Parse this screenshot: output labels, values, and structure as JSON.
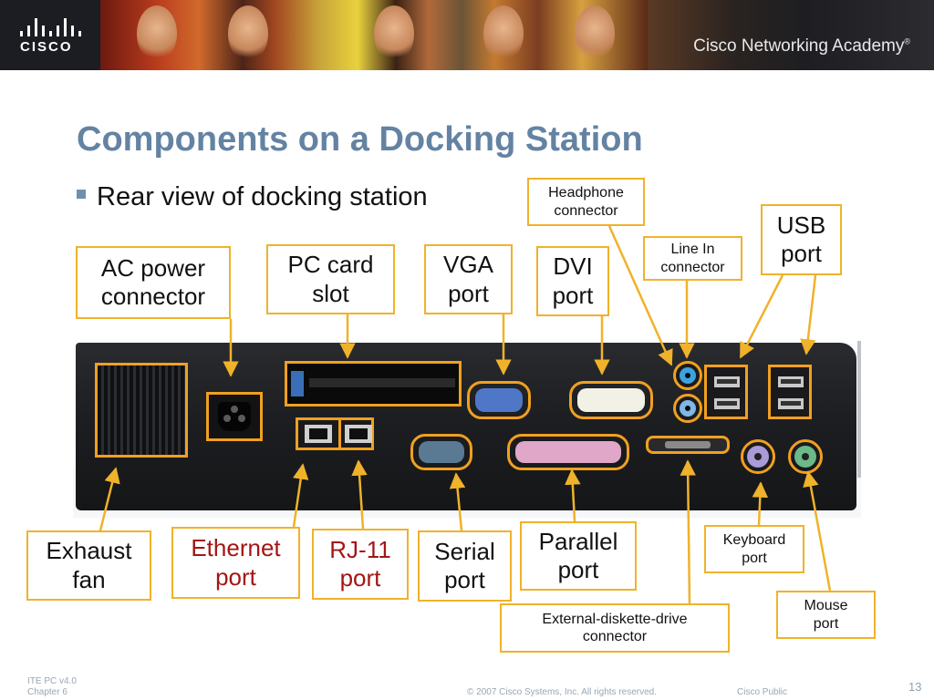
{
  "header": {
    "logo_text": "CISCO",
    "academy_text": "Cisco Networking Academy",
    "academy_mark": "®"
  },
  "slide": {
    "title": "Components on a Docking Station",
    "bullet": "Rear view of docking station"
  },
  "callouts": {
    "ac_power": [
      "AC power",
      "connector"
    ],
    "pc_card": [
      "PC card",
      "slot"
    ],
    "vga": [
      "VGA",
      "port"
    ],
    "dvi": [
      "DVI",
      "port"
    ],
    "headphone": [
      "Headphone",
      "connector"
    ],
    "line_in": [
      "Line In",
      "connector"
    ],
    "usb": [
      "USB",
      "port"
    ],
    "exhaust_fan": [
      "Exhaust",
      "fan"
    ],
    "ethernet": [
      "Ethernet",
      "port"
    ],
    "rj11": [
      "RJ-11",
      "port"
    ],
    "serial": [
      "Serial",
      "port"
    ],
    "parallel": [
      "Parallel",
      "port"
    ],
    "keyboard": [
      "Keyboard",
      "port"
    ],
    "mouse": [
      "Mouse",
      "port"
    ],
    "diskette": [
      "External-diskette-drive",
      "connector"
    ]
  },
  "colors": {
    "callout_border": "#f0b22a",
    "title": "#6483a3",
    "highlight": "#f0a020",
    "red_label": "#a31515"
  },
  "footer": {
    "course": "ITE PC v4.0",
    "chapter": "Chapter 6",
    "copyright": "© 2007 Cisco Systems, Inc. All rights reserved.",
    "classification": "Cisco Public",
    "page": "13"
  }
}
